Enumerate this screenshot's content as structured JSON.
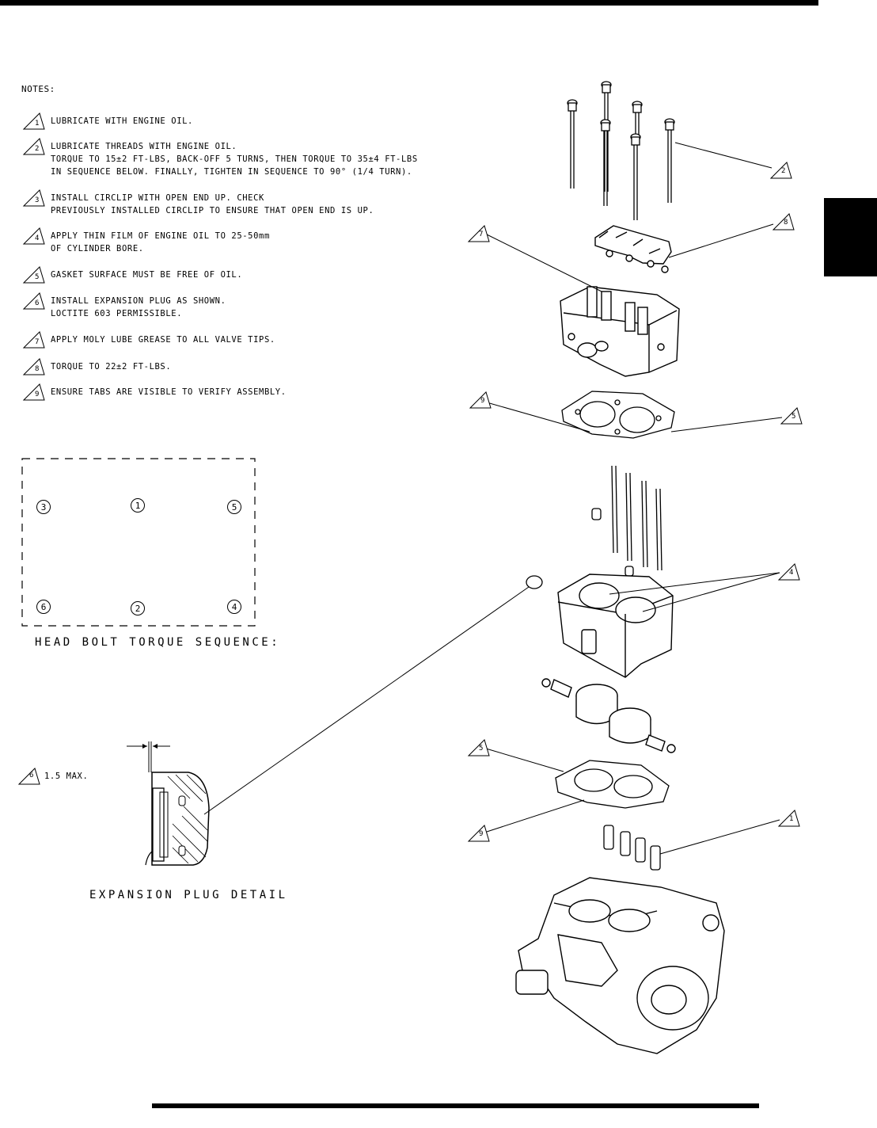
{
  "notes": {
    "heading": "NOTES:",
    "items": [
      {
        "num": "1",
        "lines": [
          "LUBRICATE WITH ENGINE OIL."
        ]
      },
      {
        "num": "2",
        "lines": [
          "LUBRICATE THREADS WITH ENGINE OIL.",
          "TORQUE TO 15±2 FT-LBS, BACK-OFF 5 TURNS, THEN TORQUE TO 35±4 FT-LBS",
          "IN SEQUENCE BELOW.  FINALLY, TIGHTEN IN SEQUENCE TO 90° (1/4 TURN)."
        ]
      },
      {
        "num": "3",
        "lines": [
          "INSTALL CIRCLIP WITH OPEN END UP.  CHECK",
          "PREVIOUSLY INSTALLED CIRCLIP TO ENSURE THAT OPEN END IS UP."
        ]
      },
      {
        "num": "4",
        "lines": [
          "APPLY THIN FILM OF ENGINE OIL TO 25-50mm",
          "OF CYLINDER BORE."
        ]
      },
      {
        "num": "5",
        "lines": [
          "GASKET SURFACE MUST BE FREE OF OIL."
        ]
      },
      {
        "num": "6",
        "lines": [
          "INSTALL EXPANSION PLUG AS SHOWN.",
          "LOCTITE 603 PERMISSIBLE."
        ]
      },
      {
        "num": "7",
        "lines": [
          "APPLY MOLY LUBE GREASE TO ALL VALVE TIPS."
        ]
      },
      {
        "num": "8",
        "lines": [
          "TORQUE TO 22±2 FT-LBS."
        ]
      },
      {
        "num": "9",
        "lines": [
          "ENSURE TABS ARE VISIBLE TO VERIFY ASSEMBLY."
        ]
      }
    ]
  },
  "torque_sequence": {
    "caption": "HEAD BOLT TORQUE SEQUENCE:",
    "bolts": [
      "3",
      "1",
      "5",
      "6",
      "2",
      "4"
    ]
  },
  "expansion_plug": {
    "caption": "EXPANSION PLUG DETAIL",
    "note_num": "6",
    "note_text": "1.5 MAX."
  },
  "callouts": [
    "2",
    "8",
    "7",
    "9",
    "5",
    "4",
    "5",
    "9",
    "1"
  ]
}
